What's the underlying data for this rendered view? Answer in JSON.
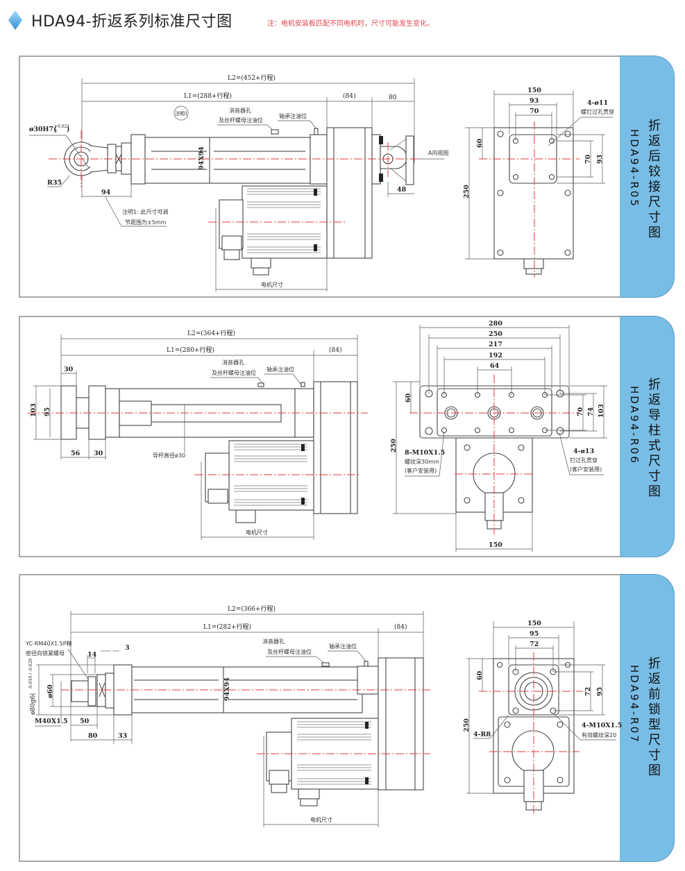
{
  "header": {
    "title": "HDA94-折返系列标准尺寸图",
    "note": "注：电机安装板匹配不同电机时，尺寸可能发生变化。",
    "accent_color": "#4aa3df",
    "note_color": "#e0454f"
  },
  "tab_color": "#78bde6",
  "panels": [
    {
      "tab_title": "折返后铰接尺寸图",
      "tab_title_chars": [
        "折",
        "返",
        "后",
        "铰",
        "接",
        "尺",
        "寸",
        "图"
      ],
      "model": "HDA94-R05",
      "side": {
        "l2": "L2=(452+行程)",
        "l1": "L1=(288+行程)",
        "d84": "(84)",
        "d80": "80",
        "note_circle": "注明1",
        "muffler_label_1": "消音器孔",
        "muffler_label_2": "及丝杆螺母注油位",
        "bearing_label": "轴承注油位",
        "bore": "ø30H7(",
        "bore_tol_upper": "+0.021",
        "bore_tol_lower": "0",
        "bore_close": ")",
        "radius": "R35",
        "section": "94X94",
        "view_a": "A向视图",
        "d48": "48",
        "d94": "94",
        "note1_line1": "注明1: 此尺寸可调",
        "note1_line2": "节距围为±5mm",
        "motor_size": "电机尺寸"
      },
      "end": {
        "w150": "150",
        "w93": "93",
        "w70": "70",
        "h60": "60",
        "h250": "250",
        "v70": "70",
        "v93": "93",
        "hole_spec": "4-ø11",
        "hole_note": "螺钉过孔贯穿"
      }
    },
    {
      "tab_title": "折返导柱式尺寸图",
      "tab_title_chars": [
        "折",
        "返",
        "导",
        "柱",
        "式",
        "尺",
        "寸",
        "图"
      ],
      "model": "HDA94-R06",
      "side": {
        "l2": "L2=(364+行程)",
        "l1": "L1=(280+行程)",
        "d84": "(84)",
        "d30a": "30",
        "muffler_label_1": "消音器孔",
        "muffler_label_2": "及丝杆螺母注油位",
        "bearing_label": "轴承注油位",
        "h103": "103",
        "h95": "95",
        "d56": "56",
        "d30b": "30",
        "guide_rod": "导杆直径ø30",
        "motor_size": "电机尺寸"
      },
      "end": {
        "w280": "280",
        "w250": "250",
        "w217": "217",
        "w192": "192",
        "w64": "64",
        "h60": "60",
        "h250": "250",
        "v70": "70",
        "v74": "74",
        "v103": "103",
        "w150": "150",
        "thread_spec": "8-M10X1.5",
        "thread_depth": "螺纹深30mm",
        "thread_note": "(客户安装用)",
        "hole_spec": "4-ø13",
        "hole_note": "钉过孔贯穿",
        "hole_note2": "(客户安装用)"
      }
    },
    {
      "tab_title": "折返前锁型尺寸图",
      "tab_title_chars": [
        "折",
        "返",
        "前",
        "锁",
        "型",
        "尺",
        "寸",
        "图"
      ],
      "model": "HDA94-R07",
      "side": {
        "l2": "L2=(366+行程)",
        "l1": "L1=(282+行程)",
        "d84": "(84)",
        "nut_label_1": "YC-RM40X1.5P精",
        "nut_label_2": "密径向锁紧螺母",
        "d14": "14",
        "d3": "3",
        "dia80": "ø80g6(",
        "dia80_tol": "-0.010 / -0.029",
        "dia60": "ø60",
        "thread": "M40X1.5",
        "d50": "50",
        "d80": "80",
        "d33": "33",
        "section": "94X94",
        "muffler_label_1": "消音器孔",
        "muffler_label_2": "及丝杆螺母注油位",
        "bearing_label": "轴承注油位",
        "motor_size": "电机尺寸"
      },
      "end": {
        "w150": "150",
        "w95": "95",
        "w72": "72",
        "h60": "60",
        "h250": "250",
        "v72": "72",
        "v95": "95",
        "radius_spec": "4-R8",
        "thread_spec": "4-M10X1.5",
        "thread_note": "有效螺纹深20"
      }
    }
  ]
}
